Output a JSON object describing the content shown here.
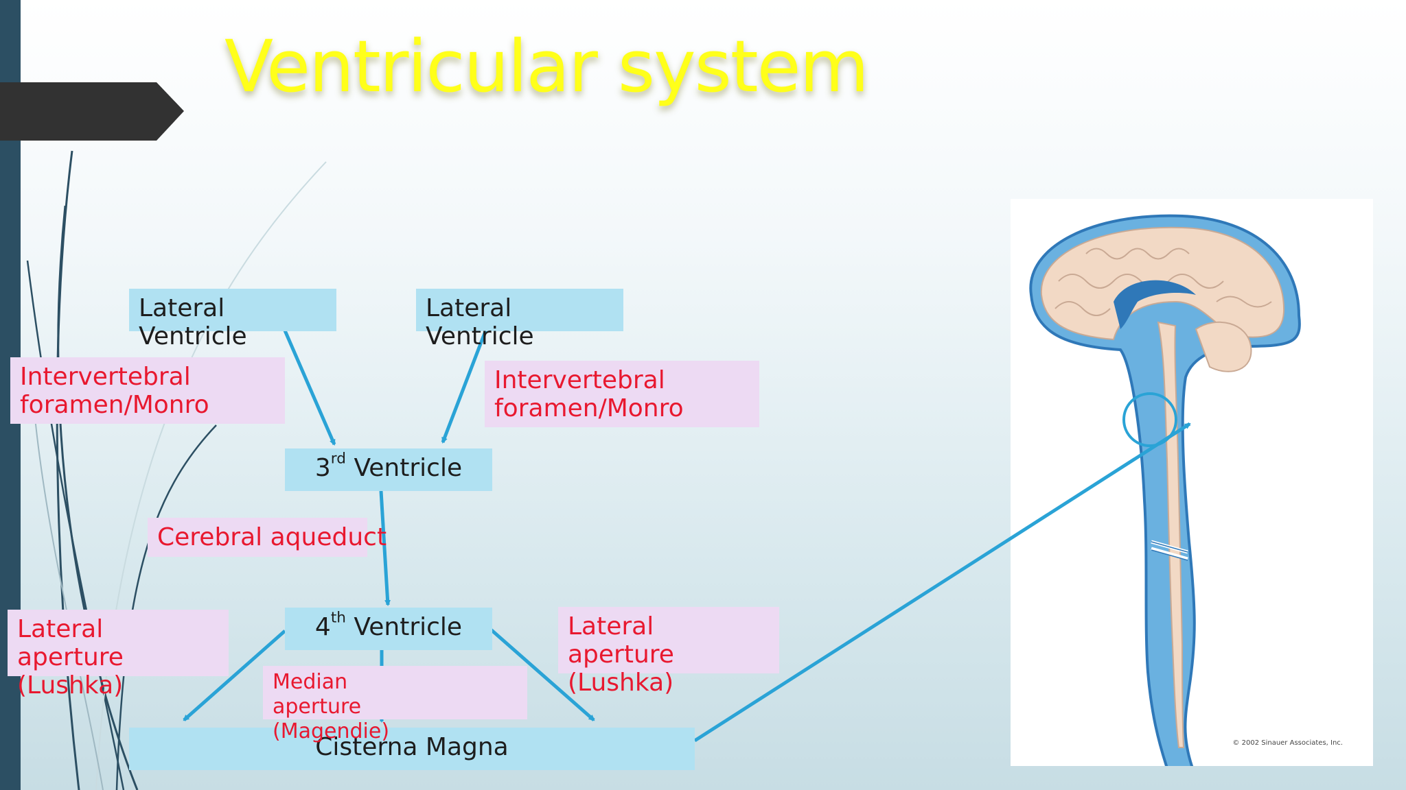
{
  "slide": {
    "title": "Ventricular system"
  },
  "boxes": {
    "lateral_ventricle_left": "Lateral Ventricle",
    "lateral_ventricle_right": "Lateral Ventricle",
    "third_ventricle_num": "3",
    "third_ventricle_sup": "rd",
    "third_ventricle_word": " Ventricle",
    "fourth_ventricle_num": "4",
    "fourth_ventricle_sup": "th",
    "fourth_ventricle_word": " Ventricle",
    "cisterna_magna": "Cisterna Magna"
  },
  "labels": {
    "foramen_left": "Intervertebral foramen/Monro",
    "foramen_right": "Intervertebral foramen/Monro",
    "cerebral_aqueduct": "Cerebral aqueduct",
    "lateral_aperture_left": "Lateral aperture (Lushka)",
    "lateral_aperture_right": "Lateral aperture (Lushka)",
    "median_aperture": "Median aperture (Magendie)"
  },
  "figure": {
    "copyright": "© 2002 Sinauer Associates, Inc."
  },
  "colors": {
    "title": "#ffff1a",
    "box_blue": "#b0e1f2",
    "label_bg": "#eddaf3",
    "label_text": "#e8182f",
    "arrow": "#2aa3d6"
  }
}
